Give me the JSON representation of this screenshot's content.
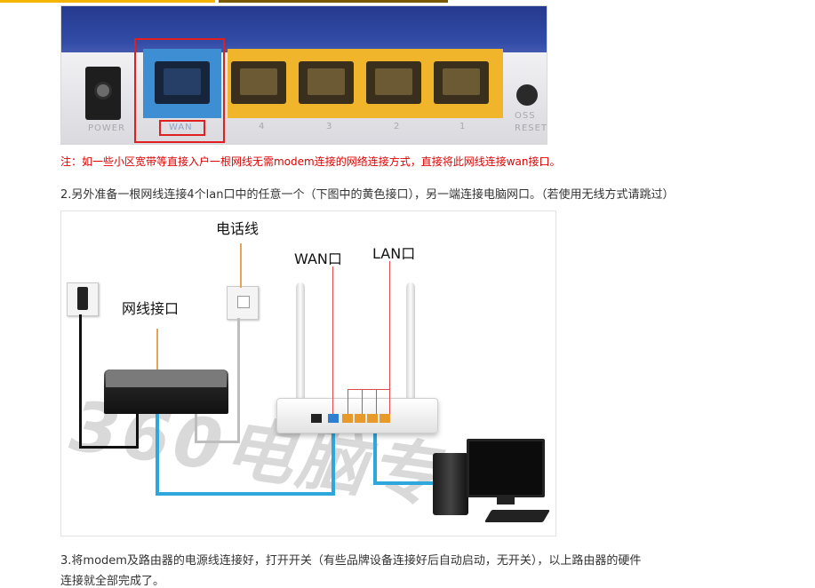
{
  "router_back": {
    "labels": {
      "power": "POWER",
      "wan": "WAN",
      "port4": "4",
      "port3": "3",
      "port2": "2",
      "port1": "1",
      "oss": "OSS",
      "reset": "RESET"
    }
  },
  "note": "注：如一些小区宽带等直接入户一根网线无需modem连接的网络连接方式，直接将此网线连接wan接口。",
  "step2": "2.另外准备一根网线连接4个lan口中的任意一个（下图中的黄色接口），另一端连接电脑网口。（若使用无线方式请跳过）",
  "diagram": {
    "phone_line": "电话线",
    "wan_port": "WAN口",
    "lan_port": "LAN口",
    "cable_port": "网线接口",
    "watermark": "360电脑专"
  },
  "step3": {
    "line1": "3.将modem及路由器的电源线连接好，打开开关（有些品牌设备连接好后自动启动，无开关），以上路由器的硬件",
    "line2": "连接就全部完成了。"
  },
  "colors": {
    "accent_red": "#e00000",
    "cable_blue": "#2fa6dc",
    "port_yellow": "#f0b52a",
    "wan_blue": "#3e8ed4"
  }
}
